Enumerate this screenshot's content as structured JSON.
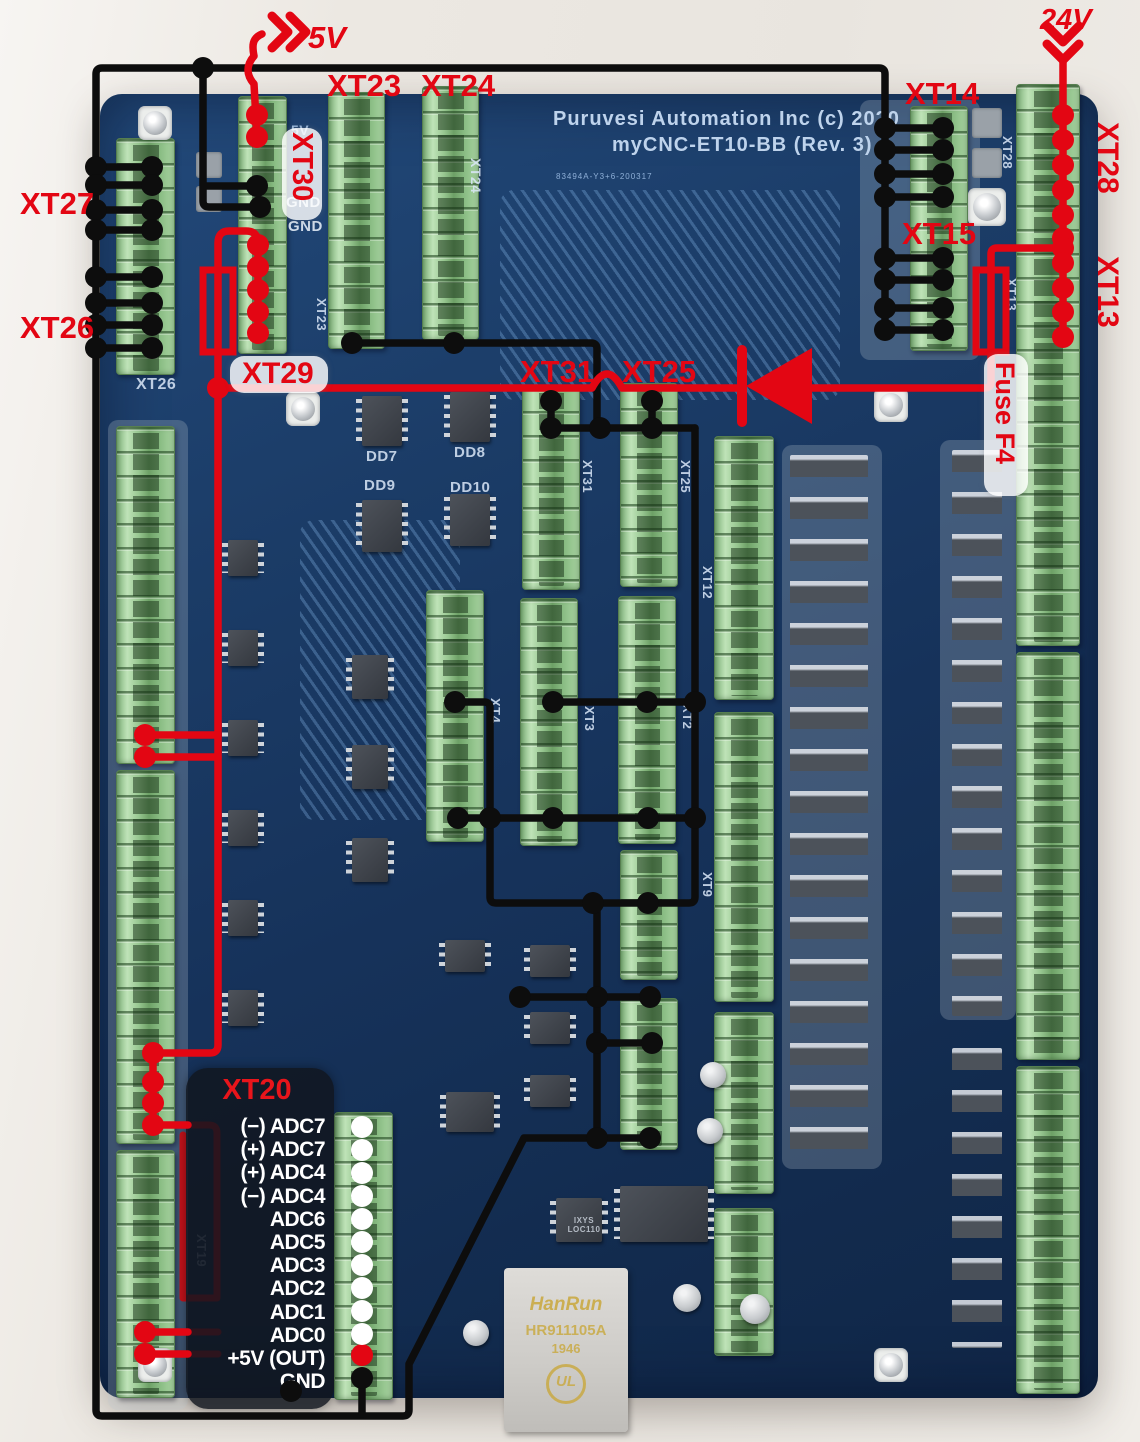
{
  "board": {
    "title_line1": "Puruvesi Automation Inc  (c) 2020",
    "title_line2": "myCNC-ET10-BB (Rev. 3)",
    "serial": "83494A-Y3+6-200317",
    "silkscreen": {
      "xt23": "XT23",
      "xt24": "XT24",
      "xt26": "XT26",
      "xt30_5v": "5V",
      "xt30_gnd1": "GND",
      "xt30_gnd2": "GND",
      "dd7": "DD7",
      "dd8": "DD8",
      "dd9": "DD9",
      "dd10": "DD10",
      "xt31": "XT31",
      "xt25": "XT25",
      "xt4": "XT4",
      "xt3": "XT3",
      "xt2": "XT2",
      "xt9": "XT9",
      "xt12": "XT12",
      "xt19": "XT19",
      "xt28": "XT28",
      "xt13": "XT13",
      "chip": "IXYS LOC110"
    },
    "ethernet": {
      "brand": "HanRun",
      "part": "HR911105A",
      "date": "1946",
      "ul": "UL"
    }
  },
  "annotations": {
    "labels": {
      "v5": "5V",
      "v24": "24V",
      "xt23": "XT23",
      "xt24": "XT24",
      "xt30": "XT30",
      "xt27": "XT27",
      "xt26": "XT26",
      "xt29": "XT29",
      "xt31": "XT31",
      "xt25": "XT25",
      "xt14": "XT14",
      "xt15": "XT15",
      "xt28": "XT28",
      "xt13": "XT13",
      "fuse_f4": "Fuse F4",
      "xt20": "XT20"
    },
    "xt20_pins": [
      "(−) ADC7",
      "(+) ADC7",
      "(+) ADC4",
      "(−) ADC4",
      "ADC6",
      "ADC5",
      "ADC3",
      "ADC2",
      "ADC1",
      "ADC0",
      "+5V (OUT)",
      "GND"
    ],
    "colors": {
      "wire_red": "#e30613",
      "wire_black": "#0d0d0d",
      "label_red": "#e30613"
    }
  }
}
